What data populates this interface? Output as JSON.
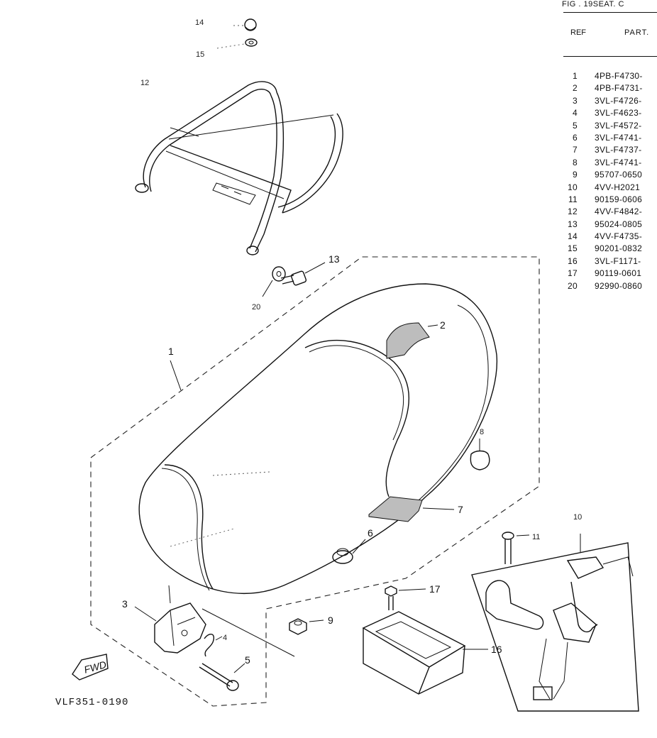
{
  "figure_code": "VLF351-0190",
  "fwd_label": "FWD",
  "table": {
    "header": "FIG . 19SEAT. C",
    "columns": {
      "ref": "REF",
      "part": "PART."
    },
    "rows": [
      {
        "ref": "1",
        "part": "4PB-F4730-"
      },
      {
        "ref": "2",
        "part": "4PB-F4731-"
      },
      {
        "ref": "3",
        "part": "3VL-F4726-"
      },
      {
        "ref": "4",
        "part": "3VL-F4623-"
      },
      {
        "ref": "5",
        "part": "3VL-F4572-"
      },
      {
        "ref": "6",
        "part": "3VL-F4741-"
      },
      {
        "ref": "7",
        "part": "3VL-F4737-"
      },
      {
        "ref": "8",
        "part": "3VL-F4741-"
      },
      {
        "ref": "9",
        "part": "95707-0650"
      },
      {
        "ref": "10",
        "part": "4VV-H2021"
      },
      {
        "ref": "11",
        "part": "90159-0606"
      },
      {
        "ref": "12",
        "part": "4VV-F4842-"
      },
      {
        "ref": "13",
        "part": "95024-0805"
      },
      {
        "ref": "14",
        "part": "4VV-F4735-"
      },
      {
        "ref": "15",
        "part": "90201-0832"
      },
      {
        "ref": "16",
        "part": "3VL-F1171-"
      },
      {
        "ref": "17",
        "part": "90119-0601"
      },
      {
        "ref": "20",
        "part": "92990-0860"
      }
    ]
  },
  "callouts": {
    "c1": "1",
    "c2": "2",
    "c3": "3",
    "c4": "4",
    "c5": "5",
    "c6": "6",
    "c7": "7",
    "c8": "8",
    "c9": "9",
    "c10": "10",
    "c11": "11",
    "c12": "12",
    "c13": "13",
    "c14": "14",
    "c15": "15",
    "c16": "16",
    "c17": "17",
    "c20": "20"
  }
}
